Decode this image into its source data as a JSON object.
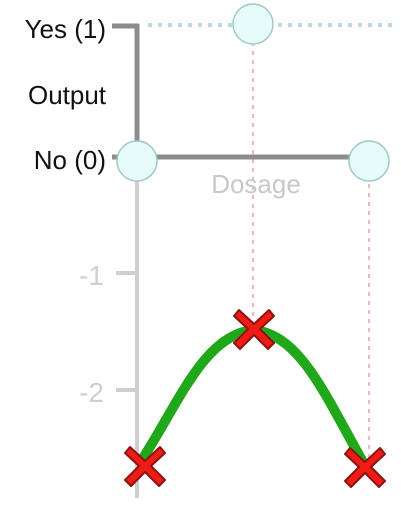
{
  "labels": {
    "yes": "Yes (1)",
    "no": "No (0)",
    "output": "Output",
    "dosage": "Dosage",
    "tick_neg1": "-1",
    "tick_neg2": "-2"
  },
  "colors": {
    "axis": "#8c8c8c",
    "faded_axis": "#cfcfcf",
    "faded_text": "#c8c8c8",
    "dotted_blue": "#bcd8e8",
    "dotted_red": "#f1b9b5",
    "circle_fill": "#e6fbfa",
    "circle_stroke": "#9fc9c4",
    "curve": "#21a81a",
    "marker_fill": "#ee1c15",
    "marker_stroke": "#8e1210"
  }
}
